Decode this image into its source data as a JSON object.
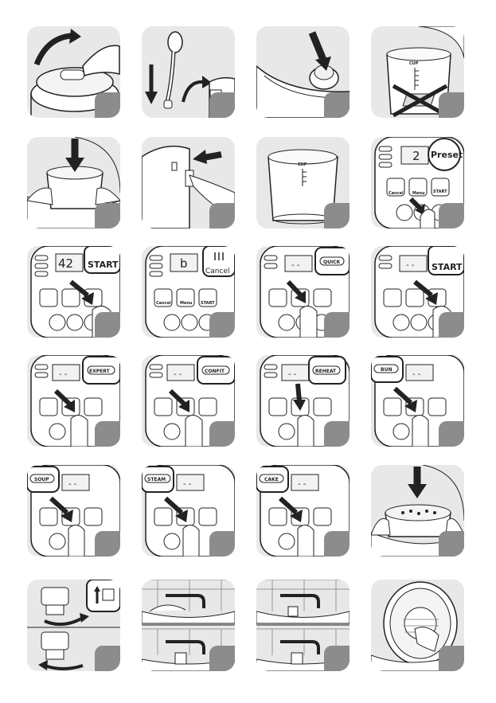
{
  "labels": {
    "preset": "Preset",
    "start": "START",
    "cancel": "Cancel",
    "menu": "Menu",
    "quick": "QUICK",
    "expert": "EXPERT",
    "confit": "CONFIT",
    "reheat": "REHEAT",
    "bun": "BUN",
    "soup": "SOUP",
    "steam": "STEAM",
    "cake": "CAKE",
    "cup": "CUP",
    "display_preset": "2",
    "display_time": "42",
    "display_cancel": "b",
    "display_dash": "- -"
  },
  "colors": {
    "tile_bg": "#e8e8e8",
    "number_badge": "#8c8c8c",
    "line": "#222222"
  }
}
